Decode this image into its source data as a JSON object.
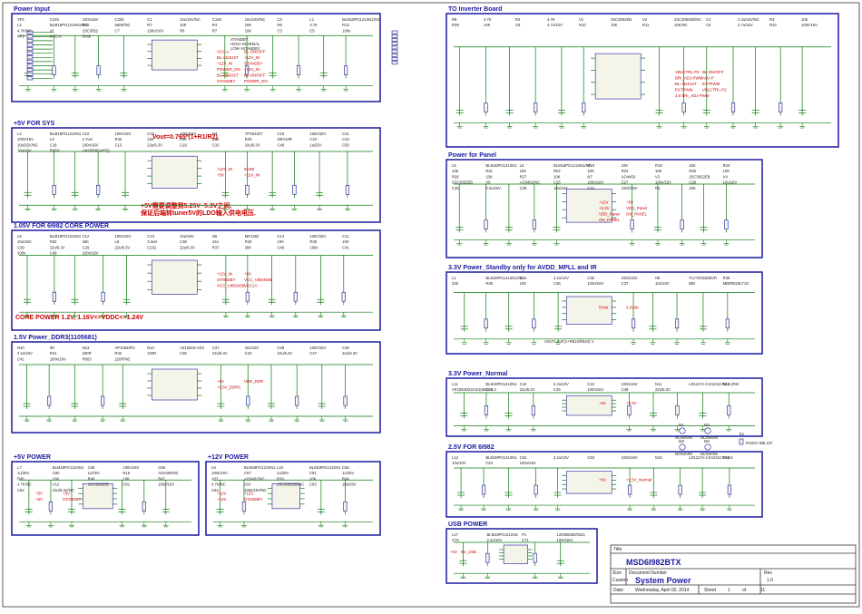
{
  "sections": [
    {
      "id": "power_input",
      "title": "Power Input"
    },
    {
      "id": "inverter",
      "title": "TO Inverter Board"
    },
    {
      "id": "sys5v",
      "title": "+5V FOR SYS"
    },
    {
      "id": "panel",
      "title": "Power for Panel"
    },
    {
      "id": "core",
      "title": "1.05V FOR 6I982 CORE POWER"
    },
    {
      "id": "standby33",
      "title": "3.3V Power_Standby only for AVDD_MPLL and IR"
    },
    {
      "id": "ddr3",
      "title": "1.5V Power_DDR3(1105681)"
    },
    {
      "id": "normal33",
      "title": "3.3V Power_Normal"
    },
    {
      "id": "p25",
      "title": "2.5V FOR 6I982"
    },
    {
      "id": "p5v",
      "title": "+5V POWER"
    },
    {
      "id": "p12v",
      "title": "+12V POWER"
    },
    {
      "id": "usb",
      "title": "USB POWER"
    }
  ],
  "notes": {
    "vout_formula": "Vout=0.765*(1+R1/R2)",
    "sys5v_cn": "+5V需要调整到5.25V~5.3V之间,保证后端转tuner5V的LDO输入供电电压.",
    "core_power": "CORE POWER 1.2V, 1.16V<=VDDC<=1.24V",
    "standby_vout": "VOUT=0.8*(1+R514/R524) V",
    "standby_mode": "STANDBY:\nHIGH->NORMAL\nLOW->STANDBY"
  },
  "nets": {
    "power_input": [
      "VCC-A",
      "BL-ON/OFF",
      "BL-ADJUST",
      "+12V_IN",
      "+12V_IN",
      "STANDBY",
      "POWER_ON",
      "+12V_IN",
      "BL-ADJUST",
      "BL-ON/OFF",
      "STANDBY",
      "POWER_ON"
    ],
    "inverter": [
      "VBLCTRL-P2",
      "BL-ON/OFF",
      "BRI_ADJ-PWM",
      "ADJ-P",
      "BL-ADJUST",
      "EXTPWM",
      "EXTPWM",
      "VBLCTRL-P2",
      "2,8 BRI_ADJ-PWM"
    ],
    "sys5v": [
      "+12V_IN",
      "5VSB",
      "+5V",
      "+12V_IN"
    ],
    "panel": [
      "+12V",
      "+5V",
      "+3.3V",
      "VDD_Panel",
      "VDD_Panel",
      "ON_PANEL",
      "ON_PANEL"
    ],
    "core": [
      "+12V_IN",
      "+5V",
      "STANDBY",
      "VCC_VIBSNSB",
      "VCC_VIBSNSB",
      "VCC1V"
    ],
    "standby33": [
      "5Vsb",
      "3.3Vsb"
    ],
    "ddr3": [
      "+5V",
      "VDD_DDR",
      "+1.5V_DDR3"
    ],
    "normal33": [
      "+5V",
      "+3.3V"
    ],
    "p25": [
      "+5V",
      "+2.5V_Normal"
    ],
    "p5v": [
      "+5V",
      "+5V",
      "+5V",
      "STANDBY"
    ],
    "p12v": [
      "+12V",
      "+12V",
      "+12V",
      "STANDBY"
    ],
    "usb": [
      "+5V",
      "5V_USB"
    ]
  },
  "parts": {
    "power_input": [
      "XP1",
      "C225",
      "100n/16V",
      "C226",
      "C1",
      "10u/16V/NC",
      "C150",
      "10u/16V/NC",
      "C2",
      "L1",
      "BLM18PG121SN1/NC",
      "L2",
      "BLM18PG121SN1/NC",
      "R35",
      "560R/NC",
      "R7",
      "10K",
      "R4",
      "10K",
      "R5",
      "4.7K",
      "R13",
      "4.7K/NC",
      "V1",
      "2SC3052",
      "C7",
      "100n/16V",
      "R6",
      "R7",
      "10K",
      "C3",
      "C5",
      "100n",
      "XP2",
      "VCC-A",
      "5Vsb"
    ],
    "inverter": [
      "R8",
      "4.7K",
      "R2",
      "4.7K",
      "V1",
      "2SC3052EB",
      "V2",
      "2SC3052EB/NC",
      "C4",
      "2.2u/16V/NC",
      "R3",
      "10K",
      "R39",
      "10K",
      "C8",
      "4.7u/10V",
      "R10",
      "10K",
      "R11",
      "10K/NC",
      "C6",
      "4.7u/10V",
      "R43",
      "100n/16V"
    ],
    "sys5v": [
      "L4",
      "BLM18PG121SN1",
      "C10",
      "100n/16V",
      "C15",
      "100n/16V",
      "N4",
      "TPS54327",
      "C16",
      "100n/16V",
      "C41",
      "100n/16V",
      "L3",
      "4.7uH",
      "R33",
      "22K",
      "R34",
      "22K",
      "R29",
      "20K/10R",
      "C43",
      "C44",
      "10u/25V/NC",
      "C18",
      "100n/16V",
      "C13",
      "22u/6.3V",
      "C19",
      "C16",
      "10u/6.3V",
      "C49",
      "1u/25V",
      "C50",
      "10u/16V",
      "R4BS",
      "LM25/6BGNT/Q"
    ],
    "panel": [
      "L5",
      "BLM18PG121SN1",
      "L6",
      "BLM18PG121SN1/NC",
      "R18",
      "10K",
      "R19",
      "10K",
      "R20",
      "10K",
      "R21",
      "10K",
      "R22",
      "10K",
      "R24",
      "10K",
      "R25",
      "10K",
      "R26",
      "10K",
      "R27",
      "10K",
      "N7",
      "AO4459",
      "V3",
      "2SC3052EB",
      "V4",
      "2SC3052EB",
      "V5",
      "AO3401/NC",
      "C26",
      "100n/16V",
      "C27",
      "100n/16V",
      "C28",
      "10u/16V",
      "C25",
      "2.2u/16V",
      "C29",
      "10u/16V",
      "C24",
      "100n/16V",
      "R1",
      "10K"
    ],
    "core": [
      "L8",
      "BLM18PG121SN1",
      "C12",
      "100n/16V",
      "C13",
      "10u/16V",
      "N6",
      "MP1482",
      "C14",
      "100n/16V",
      "C11",
      "10u/16V",
      "R32",
      "33K",
      "L8",
      "3.3uH",
      "C38",
      "22u",
      "R33",
      "10K",
      "R38",
      "10K",
      "C39",
      "22u/6.3V",
      "C29",
      "22u/6.3V",
      "C232",
      "22u/6.3V",
      "R37",
      "30K",
      "C40",
      "100n",
      "C41",
      "100n",
      "C49",
      "100n/16V"
    ],
    "standby33": [
      "L1",
      "BLM18PG121SN1/NC",
      "C34",
      "2.2u/10V",
      "C35",
      "100n/16V",
      "N8",
      "TLV70233DBVR",
      "R36",
      "22K",
      "R39",
      "10K",
      "C36",
      "100n/16V",
      "C37",
      "10u/10V",
      "BID",
      "MBR0520LT1G"
    ],
    "ddr3": [
      "R40",
      "0R",
      "N13",
      "AP1084/RG",
      "N10",
      "AZ1084S-ADJ",
      "C37",
      "10u/16V",
      "C38",
      "100n/16V",
      "C46",
      "2.2u/10V",
      "R41",
      "330R",
      "R42",
      "220R",
      "C39",
      "22u/6.3V",
      "C40",
      "22u/6.3V",
      "C47",
      "22u/6.3V",
      "C41",
      "100n/16V",
      "R603",
      "220R/NC"
    ],
    "normal33": [
      "L11",
      "BLM18PG121SN1",
      "C42",
      "2.2u/10V",
      "C43",
      "100n/16V",
      "N11",
      "LD1117A-3.3AZ1117H-3.3/NC",
      "N12",
      "AP1084D33/AZ1084D-3.3",
      "C44",
      "22u/6.3V",
      "C45",
      "100n/16V",
      "C48",
      "22u/6.3V"
    ],
    "p25": [
      "L12",
      "BLM18PG121SN1",
      "C52",
      "2.2u/10V",
      "C53",
      "100n/16V",
      "N15",
      "LD1117A-2.5AZ1117H-2.5",
      "C55",
      "10u/10V",
      "C54",
      "100n/16V"
    ],
    "p5v": [
      "L7",
      "BLM18PG121SN1",
      "C58",
      "100n/16V",
      "C59",
      "1u/25V",
      "C60",
      "1u/25V",
      "N16",
      "AO4459/NC",
      "R45",
      "10K",
      "R46",
      "10K",
      "R47",
      "4.7K/NC",
      "V12",
      "2SC3052EB",
      "C61",
      "100n/16V",
      "C62",
      "10u/6.3V/NC"
    ],
    "p12v": [
      "L9",
      "BLM18PG121SN1",
      "L10",
      "BLM18PG121SN1",
      "C56",
      "100n/16V",
      "C57",
      "1u/25V",
      "C91",
      "1u/25V",
      "V27",
      "AO3401/NC",
      "R28",
      "10K",
      "R44",
      "4.7K/NC",
      "V10",
      "2SC3052EB/NC",
      "C63",
      "10u/25V",
      "C64",
      "100n/16V/NC"
    ],
    "usb": [
      "L17",
      "BLM18PG121SN1",
      "P1",
      "120058250/0321",
      "C70",
      "2.2u/10V",
      "C71",
      "100n/16V"
    ]
  },
  "mechanical": {
    "mounts": [
      "M1",
      "NC/MARK",
      "M2",
      "NC/MARK",
      "M3",
      "NC/MARK",
      "M4",
      "NC/MARK"
    ],
    "other": [
      "E1",
      "PAG07.308.107"
    ]
  },
  "title_block": {
    "title_label": "Title",
    "title": "MSD6I982BTX",
    "size_label": "Size",
    "size": "Custom",
    "doc_label": "Document Number",
    "doc": "System Power",
    "rev_label": "Rev",
    "rev": "1.0",
    "date_label": "Date:",
    "date": "Wednesday, April 02, 2014",
    "sheet_label": "Sheet",
    "sheet": "1",
    "of_label": "of",
    "total": "11"
  },
  "colors": {
    "section_border": "#1a1aa0",
    "wire": "#0a7a0a",
    "net_label": "#cc0000",
    "title": "#1a1aa0"
  }
}
